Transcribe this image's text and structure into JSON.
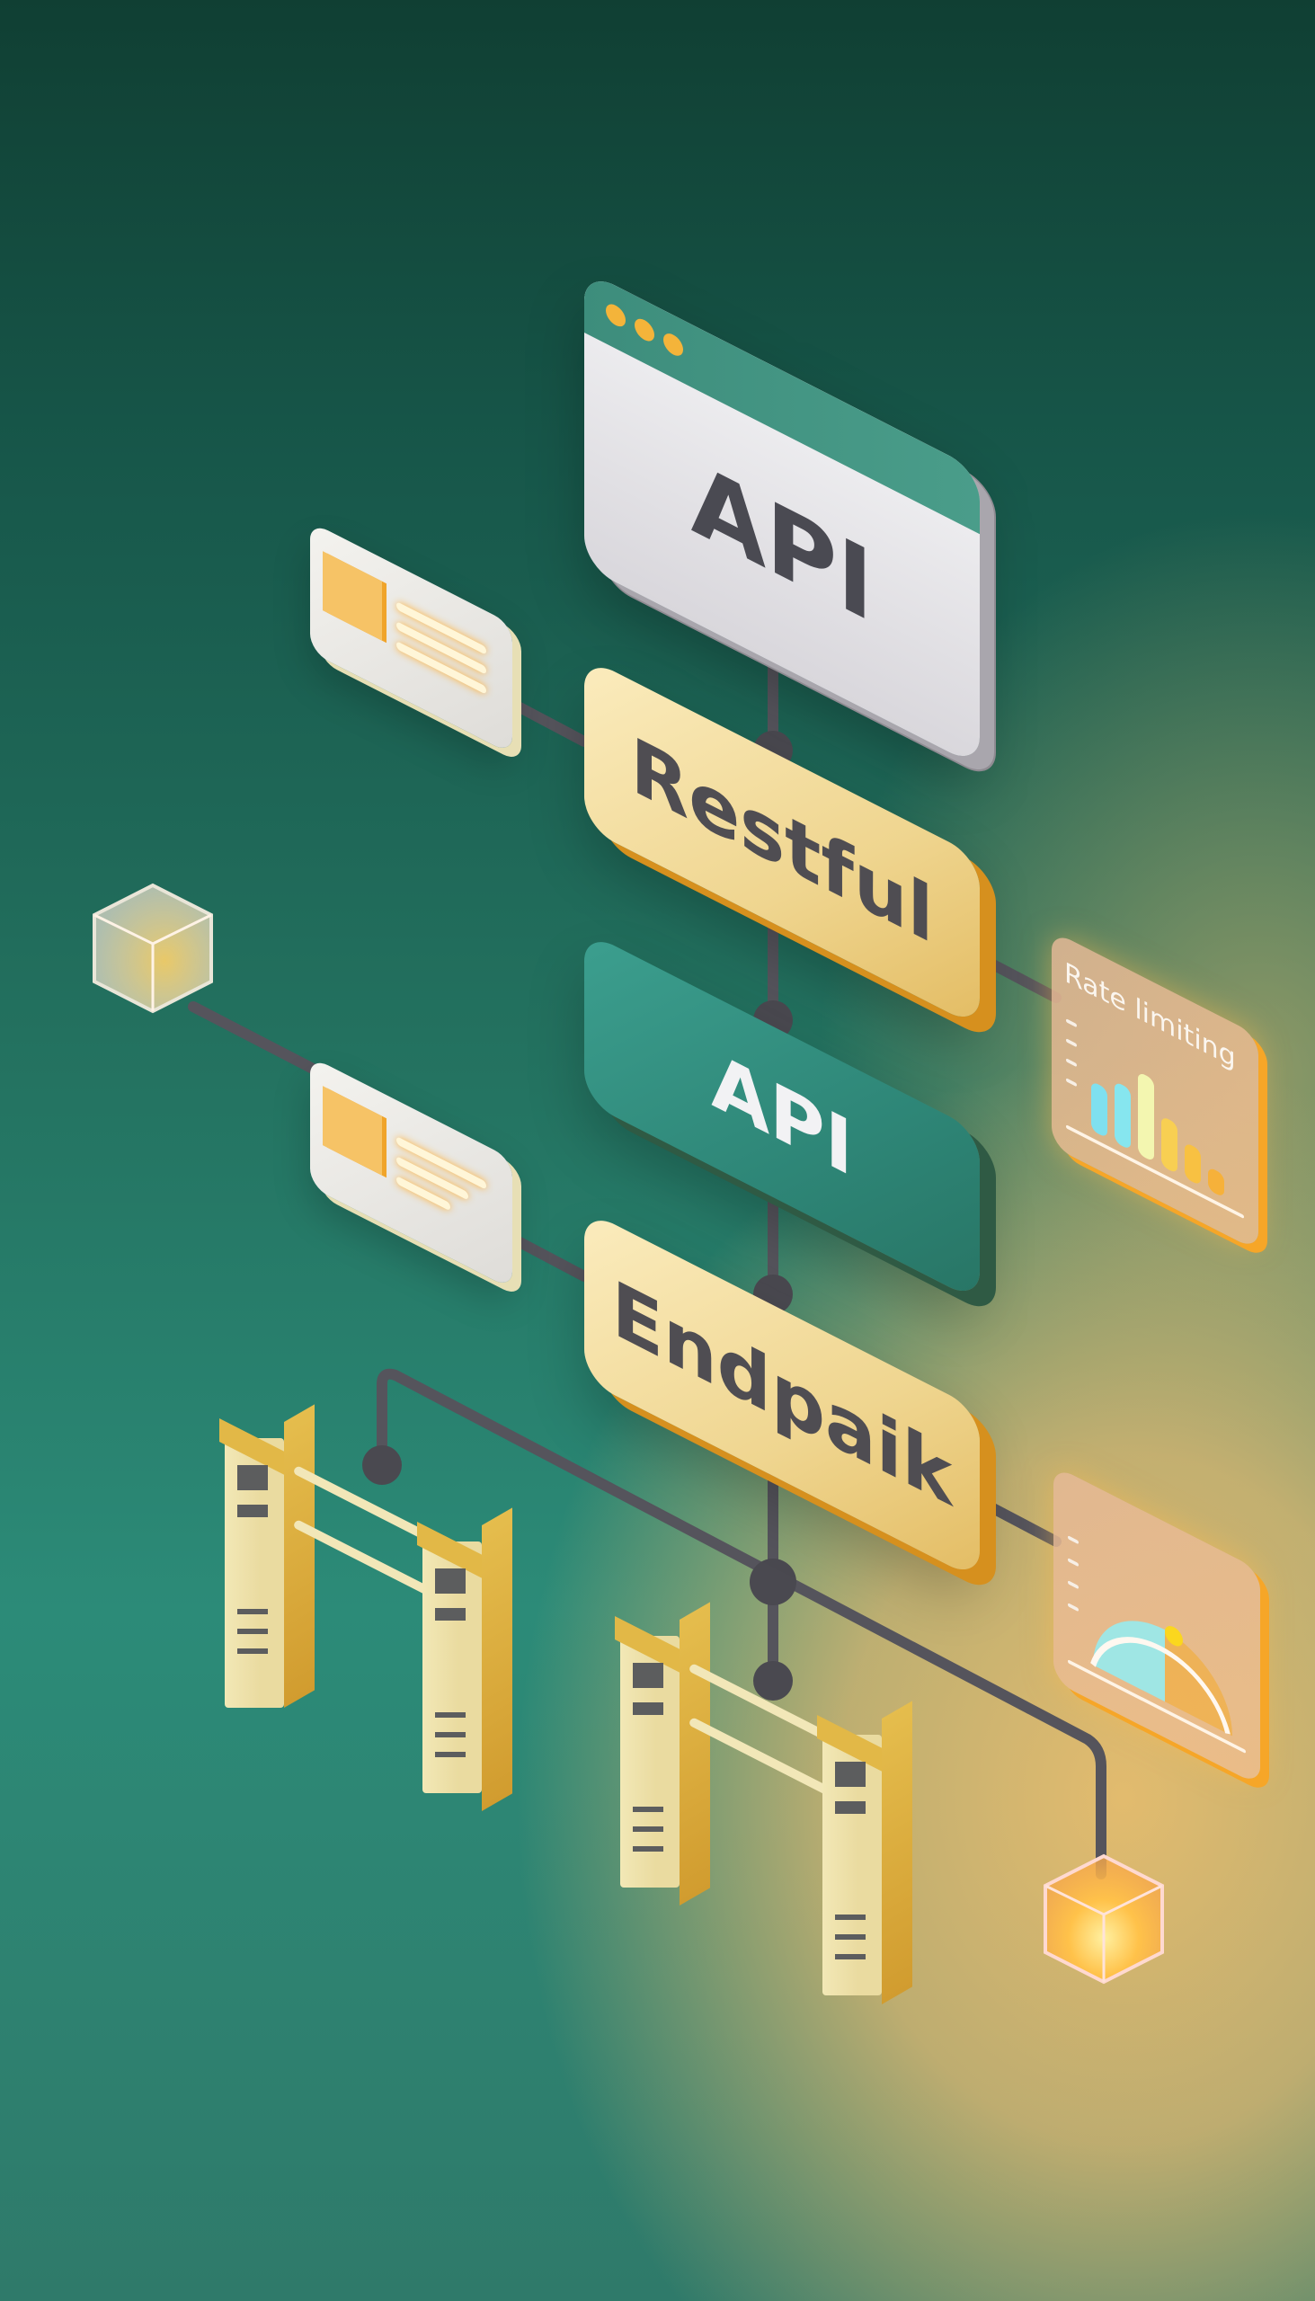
{
  "diagram": {
    "title": "API architecture illustration",
    "nodes": {
      "browser_window": {
        "label": "API",
        "dots": 3,
        "color": "#ececef",
        "titlebar_color": "#3d8d7c"
      },
      "restful_block": {
        "label": "Restful",
        "color": "#f0d68f"
      },
      "api_block": {
        "label": "API",
        "color": "#2e8677"
      },
      "endpoint_block": {
        "label": "Endpaik",
        "color": "#f0d68f"
      },
      "doc_card_top": {
        "icon": "document-card-icon",
        "lines": 3
      },
      "doc_card_bottom": {
        "icon": "document-card-icon",
        "lines": 3
      },
      "glass_cube_left": {
        "icon": "glass-cube-icon"
      },
      "glass_cube_right": {
        "icon": "glass-cube-icon"
      },
      "rate_limit_panel": {
        "label": "Rate limiting",
        "icon": "bar-chart-icon",
        "bars": [
          {
            "height": 0.55,
            "color": "#7fe0ef"
          },
          {
            "height": 0.68,
            "color": "#86e6ef"
          },
          {
            "height": 0.92,
            "color": "#f3f6b0"
          },
          {
            "height": 0.56,
            "color": "#f8cf52"
          },
          {
            "height": 0.4,
            "color": "#f8c142"
          },
          {
            "height": 0.26,
            "color": "#f6b13a"
          }
        ]
      },
      "gauge_panel": {
        "icon": "gauge-icon",
        "needle_position": 0.55
      },
      "gateway_left": {
        "icon": "gateway-icon"
      },
      "gateway_right": {
        "icon": "gateway-icon"
      }
    },
    "colors": {
      "background_top": "#103f33",
      "background_teal": "#2c8b78",
      "background_warm": "#e6bb70",
      "wire": "#5b5a63",
      "accent_gold": "#f4b43a"
    }
  }
}
